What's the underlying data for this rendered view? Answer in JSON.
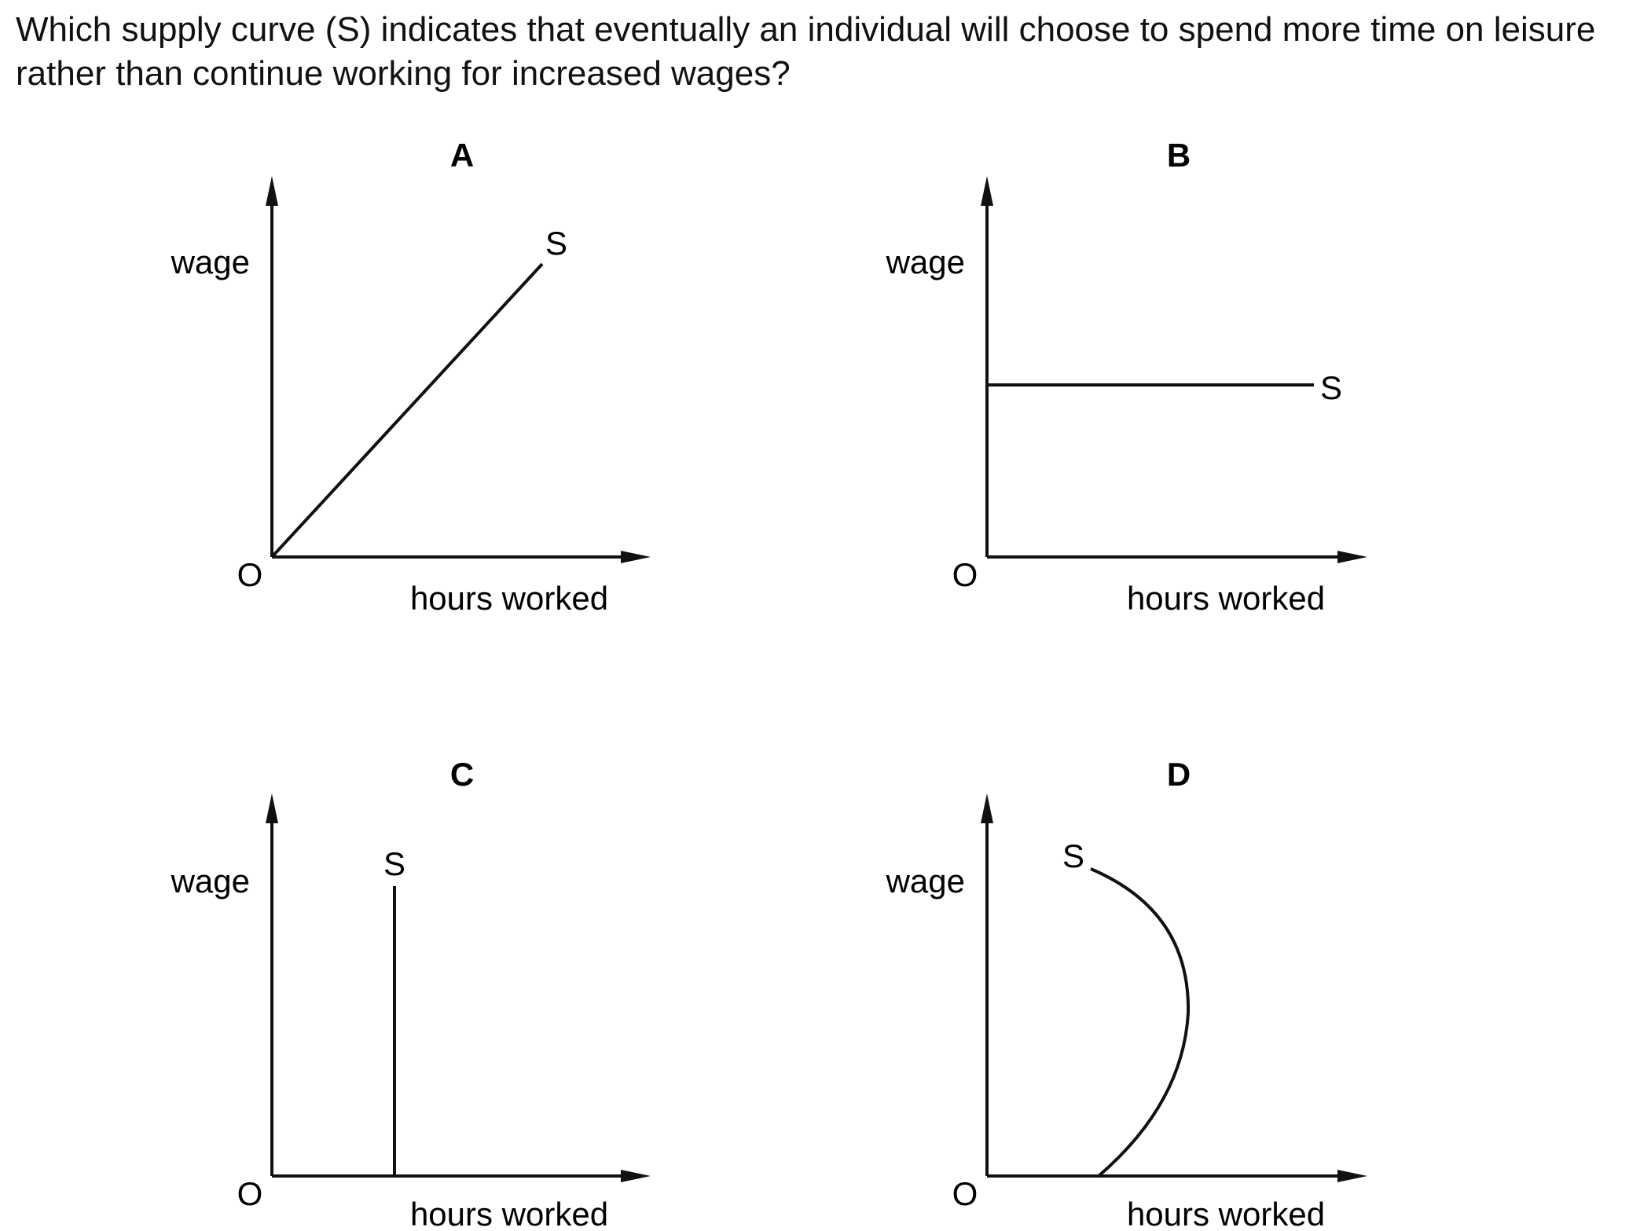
{
  "question": "Which supply curve (S) indicates that eventually an individual will choose to spend more time on leisure rather than continue working for increased wages?",
  "panels": [
    {
      "letter": "A",
      "ylabel": "wage",
      "xlabel": "hours worked",
      "origin": "O",
      "curve_label": "S",
      "curve_shape": "upward-sloping line from origin"
    },
    {
      "letter": "B",
      "ylabel": "wage",
      "xlabel": "hours worked",
      "origin": "O",
      "curve_label": "S",
      "curve_shape": "horizontal line"
    },
    {
      "letter": "C",
      "ylabel": "wage",
      "xlabel": "hours worked",
      "origin": "O",
      "curve_label": "S",
      "curve_shape": "vertical line"
    },
    {
      "letter": "D",
      "ylabel": "wage",
      "xlabel": "hours worked",
      "origin": "O",
      "curve_label": "S",
      "curve_shape": "backward-bending curve"
    }
  ],
  "colors": {
    "ink": "#111111",
    "background": "#ffffff"
  }
}
